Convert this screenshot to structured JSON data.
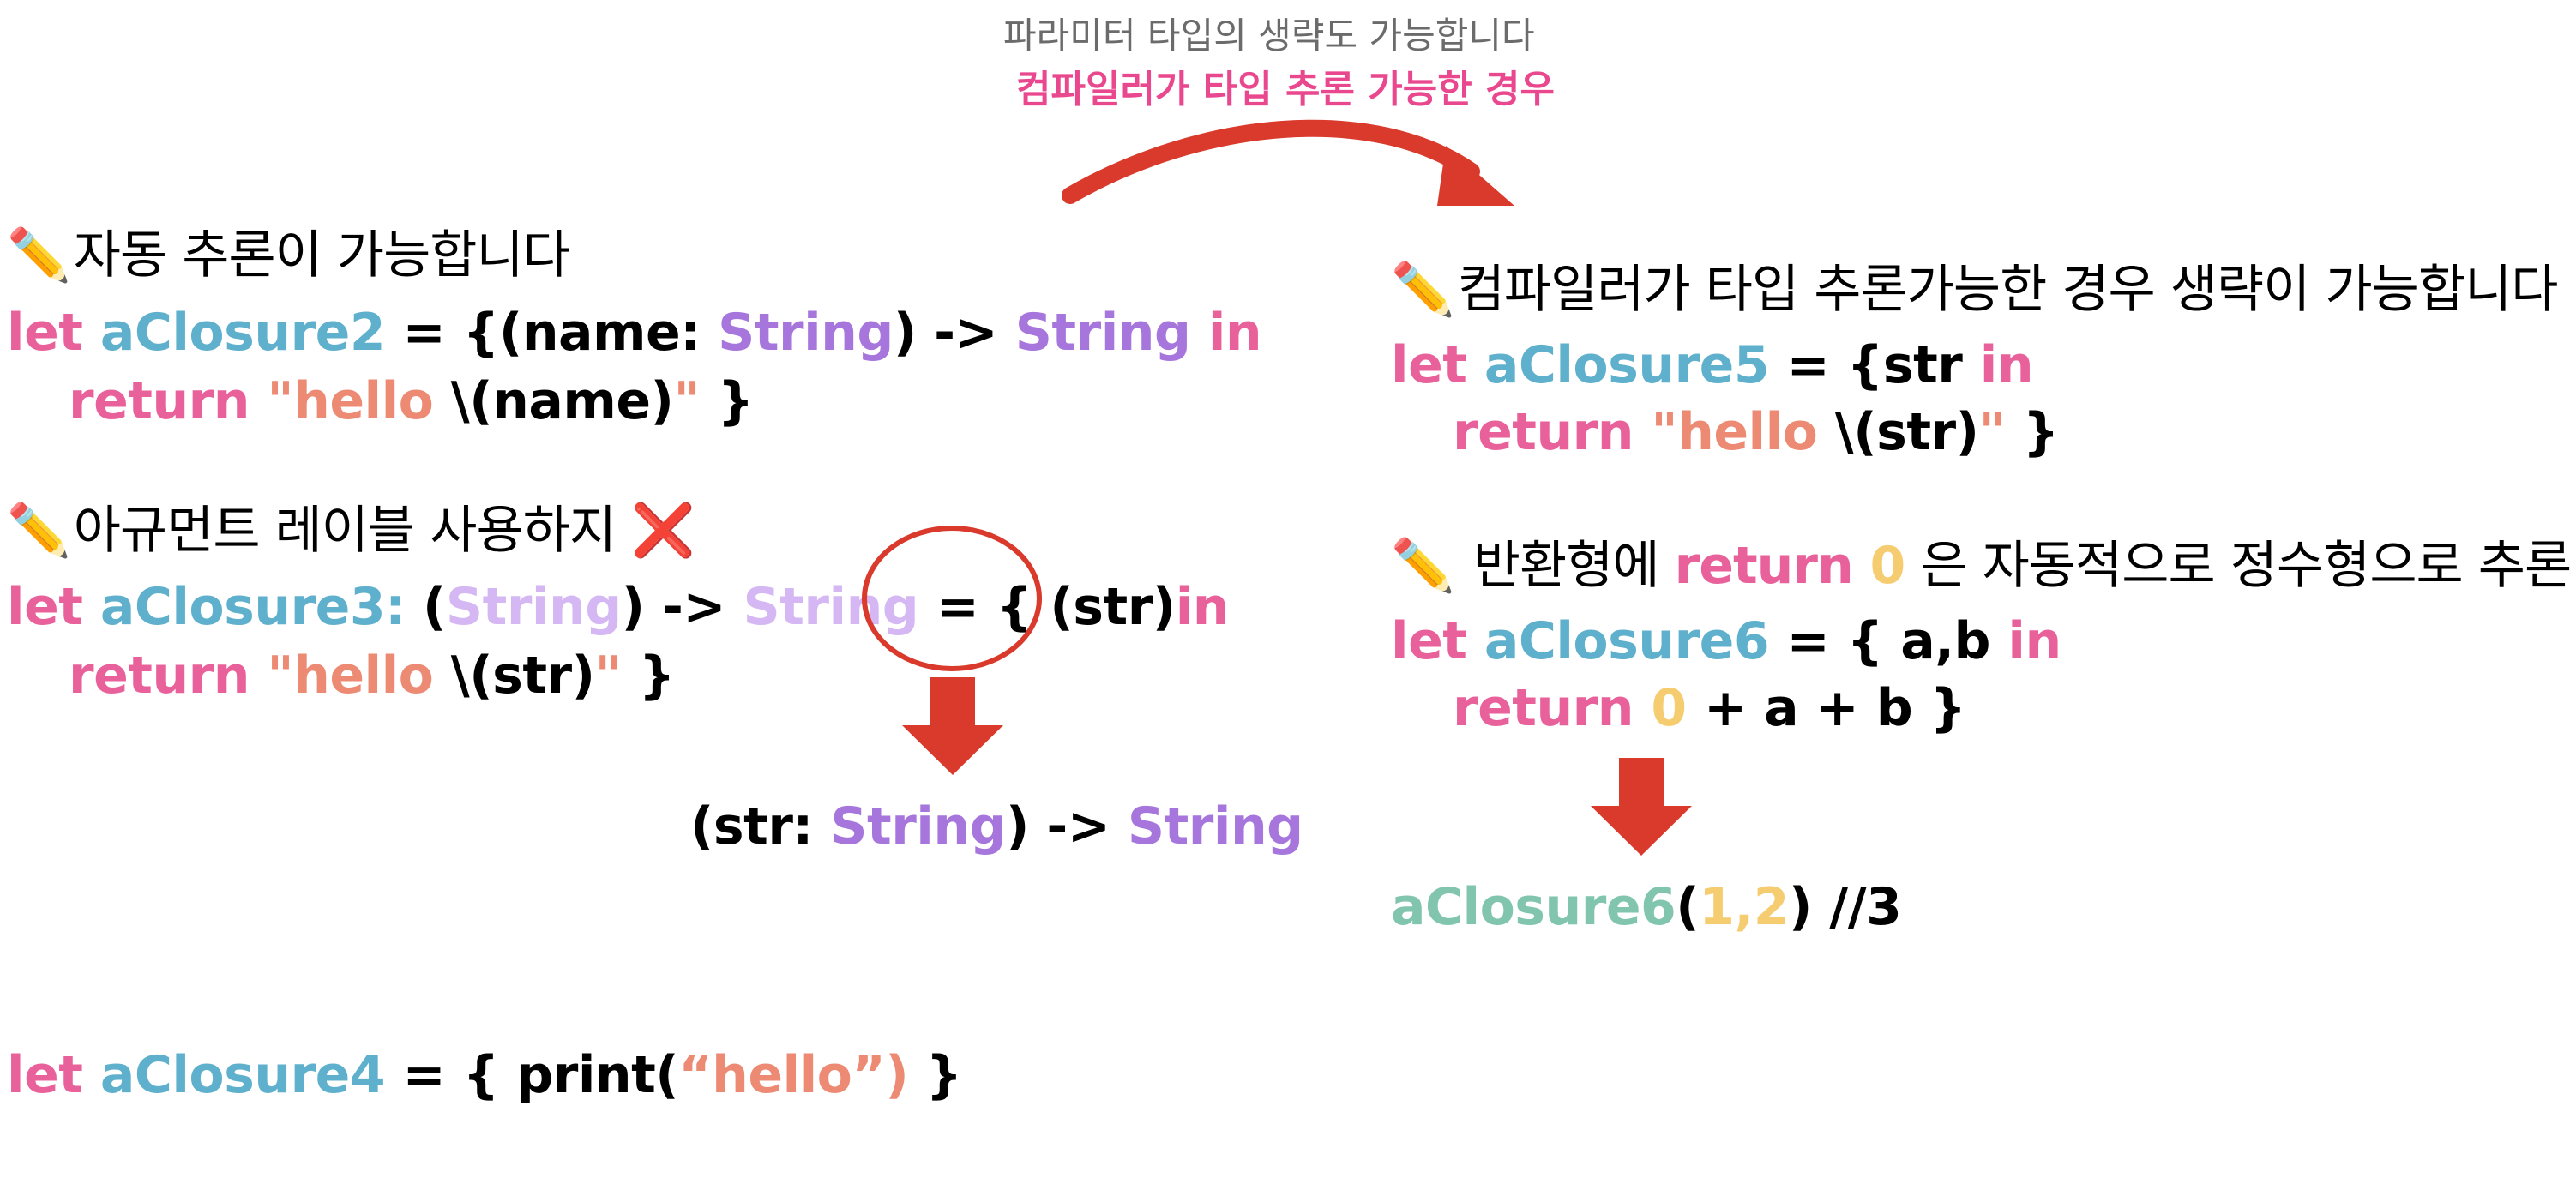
{
  "top_caption": {
    "line1": "파라미터 타입의 생략도 가능합니다",
    "line2": "컴파일러가 타입 추론 가능한 경우"
  },
  "icons": {
    "pencil": "✏️",
    "cross": "❌"
  },
  "section1": {
    "heading": "자동 추론이 가능합니다",
    "line1": {
      "let": "let",
      "name": "aClosure2",
      "eq_open": " = {(name: ",
      "type1": "String",
      "close_arrow": ") -> ",
      "type2": "String",
      "in": " in"
    },
    "line2": {
      "return": "return ",
      "str_open": "\"hello ",
      "interp": "\\(name)",
      "str_close": "\"",
      "brace": " }"
    }
  },
  "section2": {
    "heading": "아규먼트 레이블 사용하지 ",
    "line1": {
      "let": "let",
      "name": "aClosure3:",
      "paren_open": " (",
      "type1": "String",
      "close_arrow": ") -> ",
      "type2": "String",
      "eq_open": "  = { (str)",
      "in": "in"
    },
    "line2": {
      "return": "return ",
      "str_open": "\"hello ",
      "interp": "\\(str)",
      "str_close": "\"",
      "brace": " }"
    },
    "result": {
      "open": "(str: ",
      "type1": "String",
      "close_arrow": ") -> ",
      "type2": "String"
    }
  },
  "section3": {
    "line1": {
      "let": "let",
      "name": "aClosure4",
      "eq_open": " = { print(",
      "str": "“hello”)",
      "brace": " }"
    }
  },
  "section4": {
    "heading": "컴파일러가 타입 추론가능한 경우 생략이 가능합니다",
    "line1": {
      "let": "let",
      "name": "aClosure5",
      "eq_open": " = {str ",
      "in": "in"
    },
    "line2": {
      "return": "return ",
      "str_open": "\"hello ",
      "interp": "\\(str)",
      "str_close": "\"",
      "brace": " }"
    }
  },
  "section5": {
    "heading_pre": " 반환형에 ",
    "heading_kw": "return",
    "heading_num": " 0",
    "heading_post": " 은 자동적으로 정수형으로 추론",
    "line1": {
      "let": "let",
      "name": "aClosure6",
      "eq_open": " = { a,b ",
      "in": "in"
    },
    "line2": {
      "return": "return ",
      "num": "0",
      "rest": " + a + b }"
    },
    "result": {
      "fn": "aClosure6",
      "paren_open": "(",
      "args": "1,2",
      "rest": ") //3"
    }
  },
  "colors": {
    "keyword": "#e9619a",
    "identifier": "#5fb0cc",
    "type": "#a676dd",
    "string": "#ec8a73",
    "number": "#f6cc71",
    "function": "#82c5ae",
    "arrow": "#d93a2b",
    "caption_grey": "#6b6b6b",
    "caption_pink": "#e9488f"
  }
}
